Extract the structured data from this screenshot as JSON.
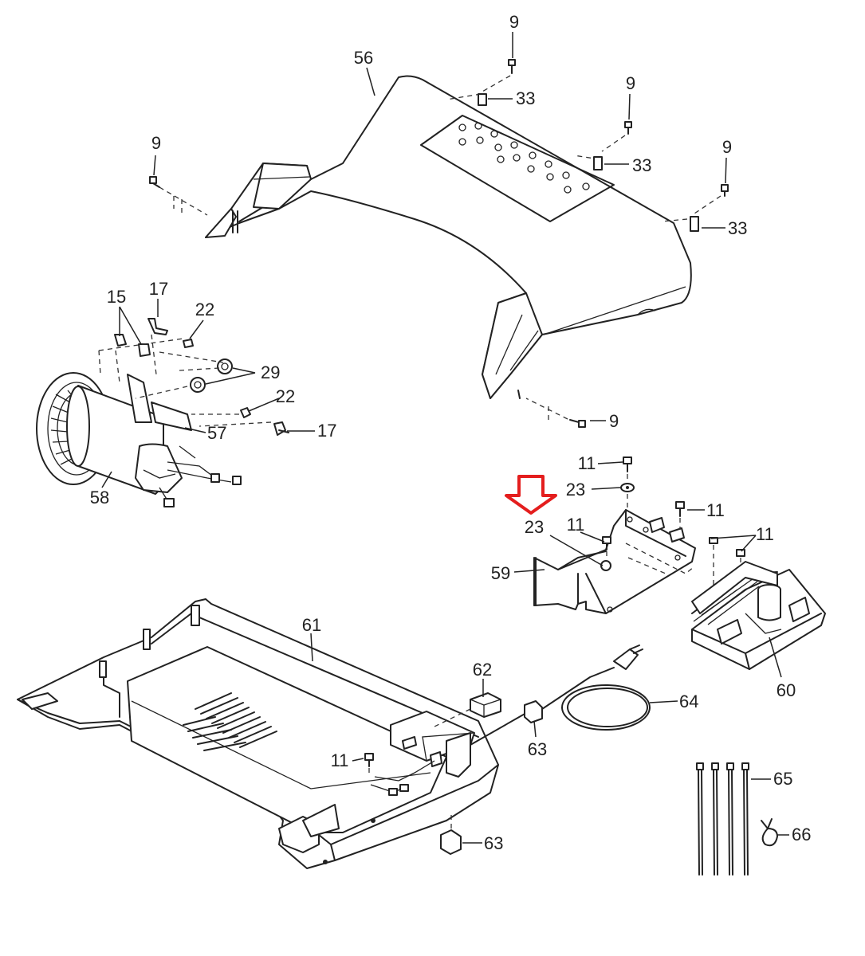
{
  "accent_color": "#e41e1e",
  "labels": {
    "p9a": "9",
    "p9b": "9",
    "p9c": "9",
    "p9d": "9",
    "p9e": "9",
    "p56": "56",
    "p33a": "33",
    "p33b": "33",
    "p33c": "33",
    "p15": "15",
    "p17a": "17",
    "p17b": "17",
    "p22a": "22",
    "p22b": "22",
    "p29": "29",
    "p57": "57",
    "p58": "58",
    "p11a": "11",
    "p11b": "11",
    "p11c": "11",
    "p11d": "11",
    "p11e": "11",
    "p23a": "23",
    "p23b": "23",
    "p59": "59",
    "p60": "60",
    "p61": "61",
    "p62": "62",
    "p63a": "63",
    "p63b": "63",
    "p64": "64",
    "p65": "65",
    "p66": "66"
  }
}
